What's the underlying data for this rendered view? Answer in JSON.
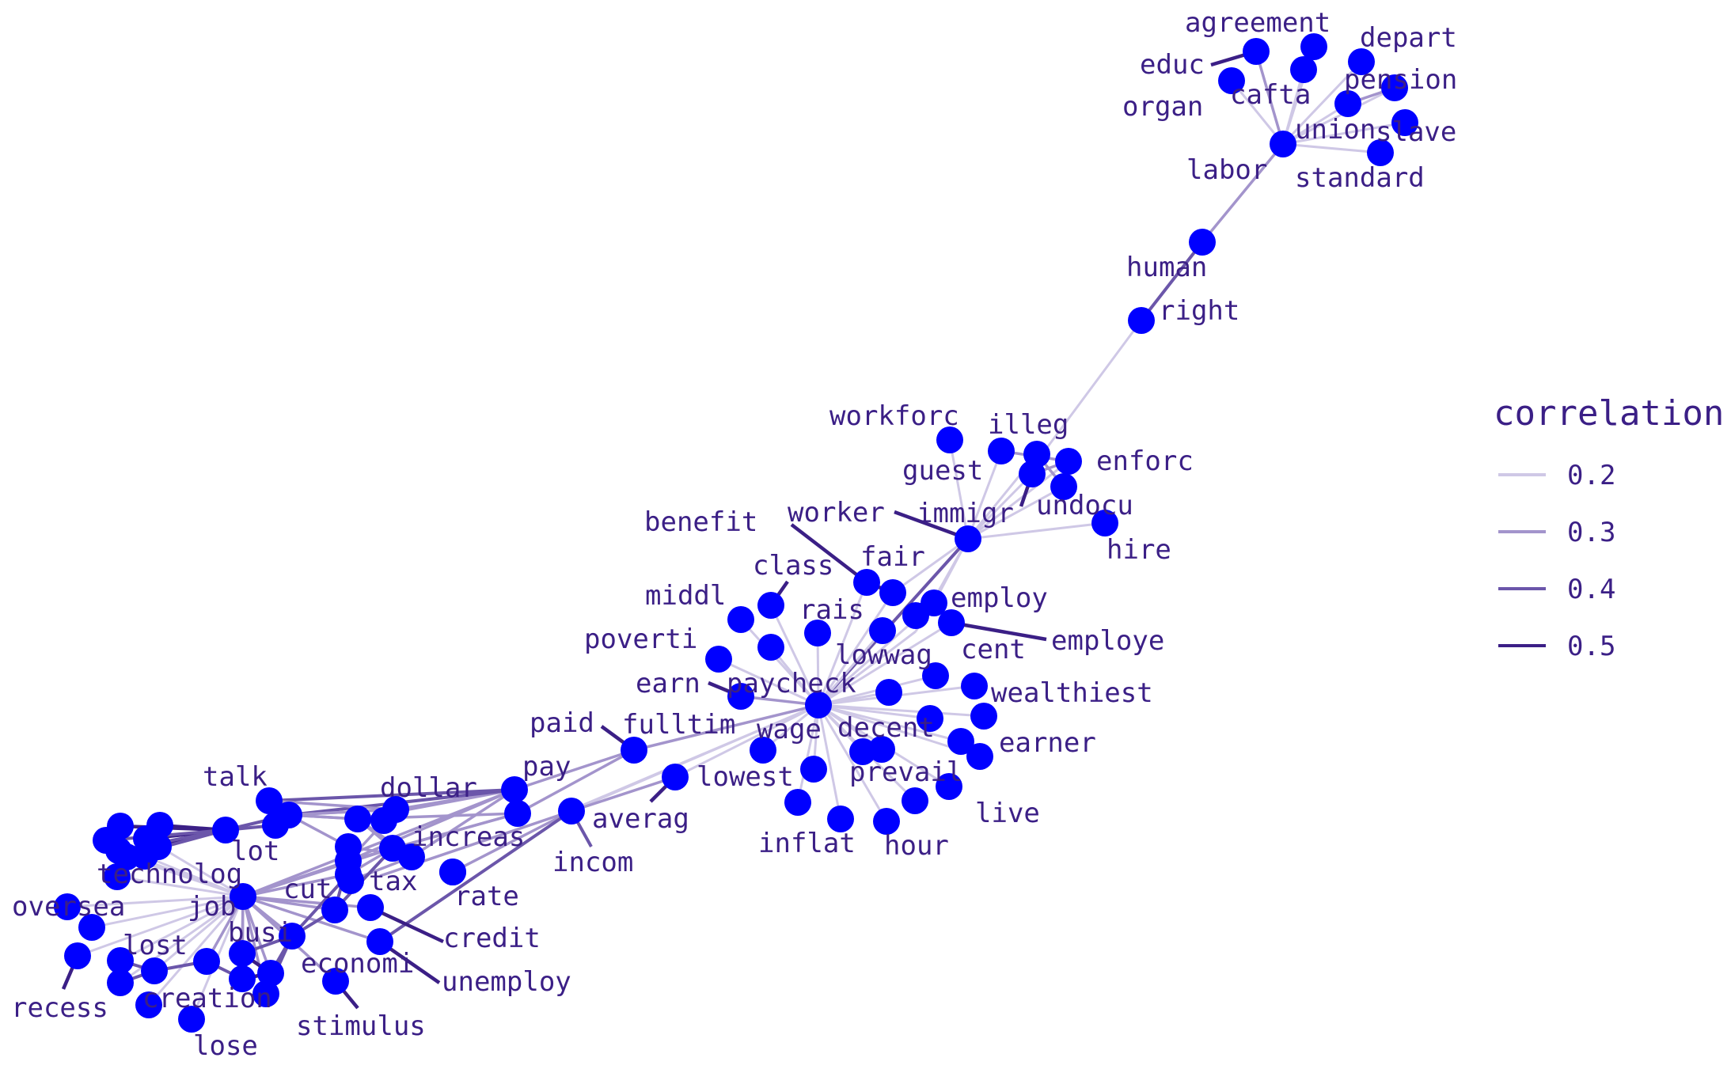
{
  "node_color": "#0000ff",
  "label_color": "#3b1f86",
  "legend": {
    "title": "correlation",
    "items": [
      {
        "label": "0.2",
        "value": 0.2
      },
      {
        "label": "0.3",
        "value": 0.3
      },
      {
        "label": "0.4",
        "value": 0.4
      },
      {
        "label": "0.5",
        "value": 0.5
      }
    ]
  },
  "nodes": [
    {
      "id": "agreement",
      "label": "agreement"
    },
    {
      "id": "educ",
      "label": "educ"
    },
    {
      "id": "depart",
      "label": "depart"
    },
    {
      "id": "organ",
      "label": "organ"
    },
    {
      "id": "cafta",
      "label": "cafta"
    },
    {
      "id": "pension",
      "label": "pension"
    },
    {
      "id": "union",
      "label": "union"
    },
    {
      "id": "slave",
      "label": "slave"
    },
    {
      "id": "labor",
      "label": "labor"
    },
    {
      "id": "standard",
      "label": "standard"
    },
    {
      "id": "human",
      "label": "human"
    },
    {
      "id": "right",
      "label": "right"
    },
    {
      "id": "workforc",
      "label": "workforc"
    },
    {
      "id": "illeg",
      "label": "illeg"
    },
    {
      "id": "guest",
      "label": "guest"
    },
    {
      "id": "enforc",
      "label": "enforc"
    },
    {
      "id": "undocu",
      "label": "undocu"
    },
    {
      "id": "hire",
      "label": "hire"
    },
    {
      "id": "immigr",
      "label": "immigr"
    },
    {
      "id": "worker",
      "label": "worker"
    },
    {
      "id": "benefit",
      "label": "benefit"
    },
    {
      "id": "fair",
      "label": "fair"
    },
    {
      "id": "class",
      "label": "class"
    },
    {
      "id": "middl",
      "label": "middl"
    },
    {
      "id": "rais",
      "label": "rais"
    },
    {
      "id": "employ",
      "label": "employ"
    },
    {
      "id": "employe",
      "label": "employe"
    },
    {
      "id": "poverti",
      "label": "poverti"
    },
    {
      "id": "lowwag",
      "label": "lowwag"
    },
    {
      "id": "cent",
      "label": "cent"
    },
    {
      "id": "earn",
      "label": "earn"
    },
    {
      "id": "paycheck",
      "label": "paycheck"
    },
    {
      "id": "wealthiest",
      "label": "wealthiest"
    },
    {
      "id": "paid",
      "label": "paid"
    },
    {
      "id": "fulltim",
      "label": "fulltim"
    },
    {
      "id": "wage",
      "label": "wage"
    },
    {
      "id": "decent",
      "label": "decent"
    },
    {
      "id": "earner",
      "label": "earner"
    },
    {
      "id": "pay",
      "label": "pay"
    },
    {
      "id": "lowest",
      "label": "lowest"
    },
    {
      "id": "prevail",
      "label": "prevail"
    },
    {
      "id": "live",
      "label": "live"
    },
    {
      "id": "inflat",
      "label": "inflat"
    },
    {
      "id": "hour",
      "label": "hour"
    },
    {
      "id": "dollar",
      "label": "dollar"
    },
    {
      "id": "averag",
      "label": "averag"
    },
    {
      "id": "incom",
      "label": "incom"
    },
    {
      "id": "talk",
      "label": "talk"
    },
    {
      "id": "increas",
      "label": "increas"
    },
    {
      "id": "lot",
      "label": "lot"
    },
    {
      "id": "technolog",
      "label": "technolog"
    },
    {
      "id": "tax",
      "label": "tax"
    },
    {
      "id": "rate",
      "label": "rate"
    },
    {
      "id": "cut",
      "label": "cut"
    },
    {
      "id": "job",
      "label": "job"
    },
    {
      "id": "oversea",
      "label": "oversea"
    },
    {
      "id": "credit",
      "label": "credit"
    },
    {
      "id": "busi",
      "label": "busi"
    },
    {
      "id": "lost",
      "label": "lost"
    },
    {
      "id": "economi",
      "label": "economi"
    },
    {
      "id": "unemploy",
      "label": "unemploy"
    },
    {
      "id": "recess",
      "label": "recess"
    },
    {
      "id": "creation",
      "label": "creation"
    },
    {
      "id": "stimulus",
      "label": "stimulus"
    },
    {
      "id": "lose",
      "label": "lose"
    }
  ]
}
